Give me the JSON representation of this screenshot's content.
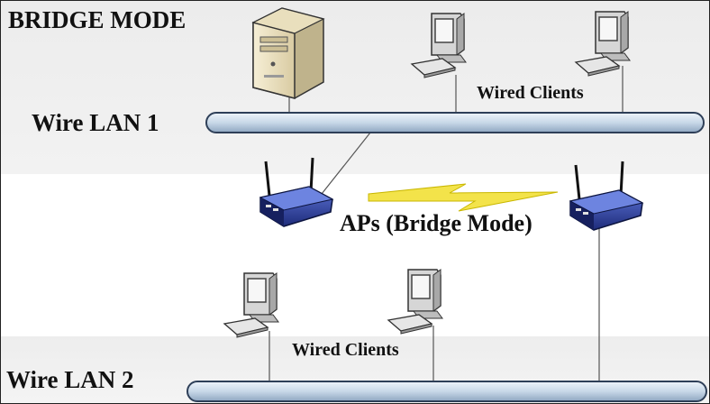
{
  "title": "BRIDGE MODE",
  "lan1": {
    "label": "Wire LAN 1",
    "clients_label": "Wired Clients"
  },
  "lan2": {
    "label": "Wire LAN 2",
    "clients_label": "Wired Clients"
  },
  "aps_label": "APs (Bridge Mode)",
  "colors": {
    "cable_fill": "#c8d8e8",
    "cable_stroke": "#2e3f58",
    "bolt": "#f3e34a",
    "router_blue": "#2b3e9a"
  },
  "icons": [
    "server-icon",
    "computer-icon",
    "router-icon",
    "wireless-link-icon"
  ]
}
